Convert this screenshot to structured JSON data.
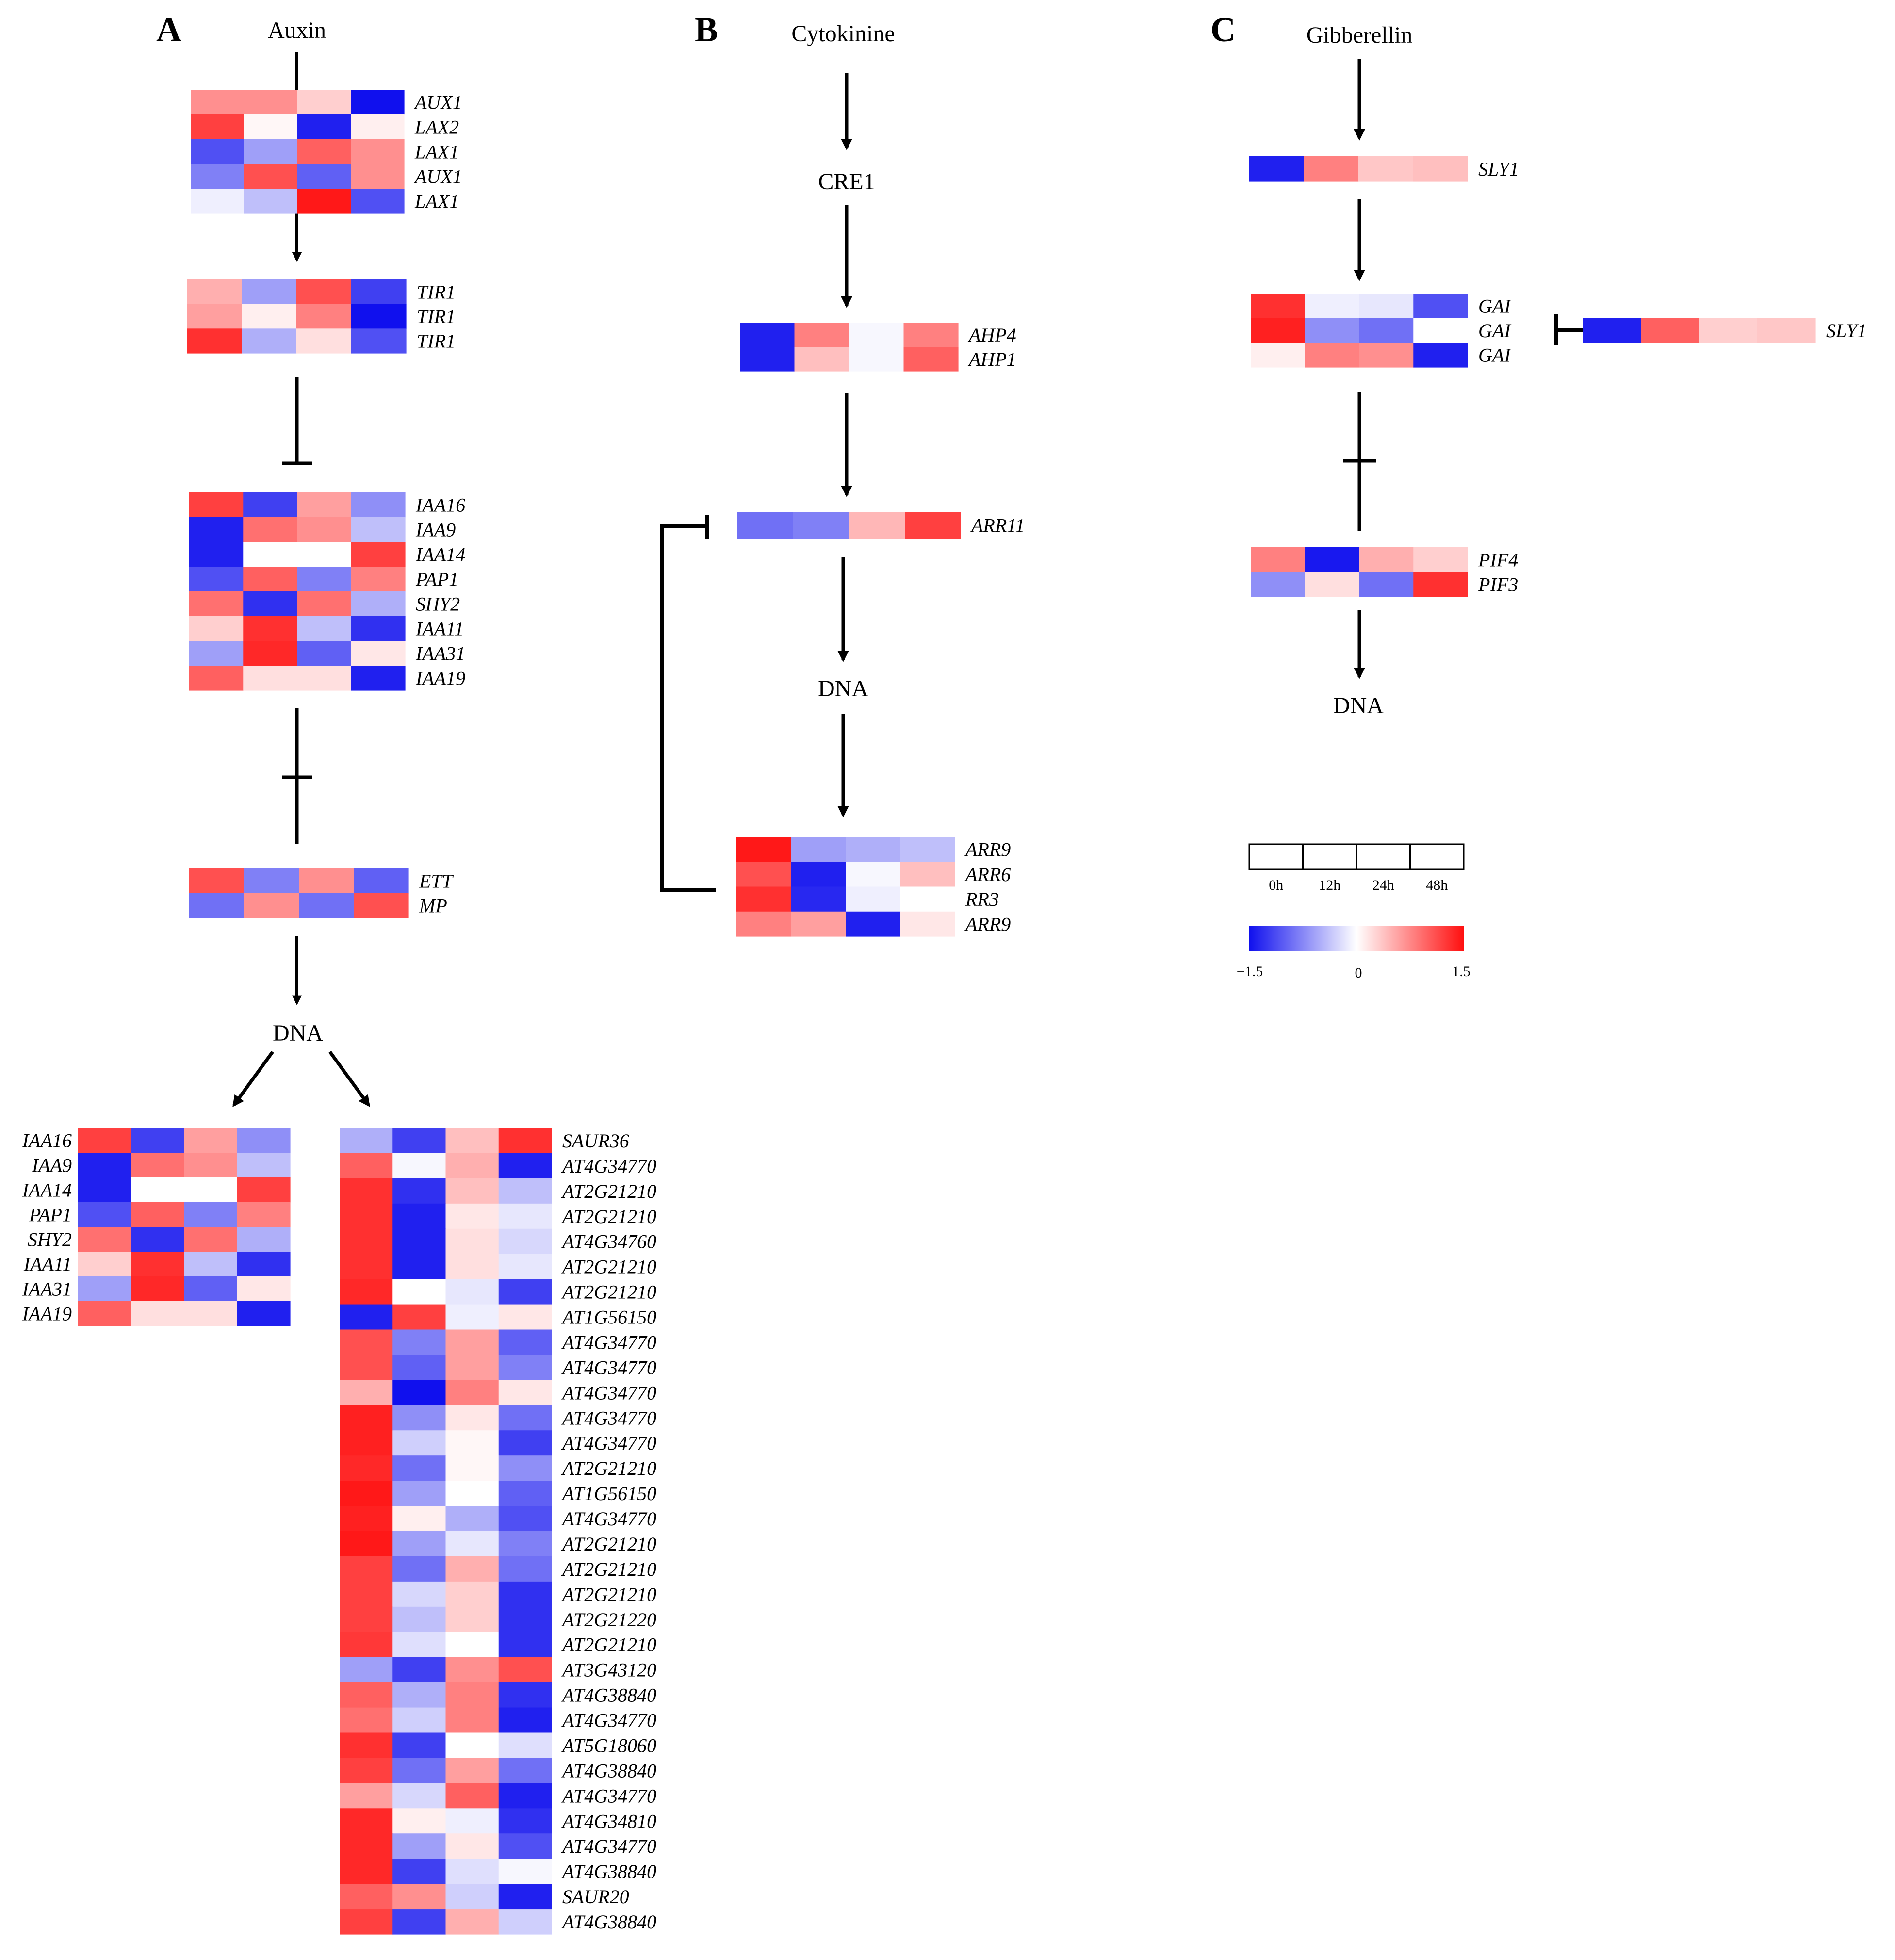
{
  "colors": {
    "low": "#1010ee",
    "mid": "#ffffff",
    "high": "#ff1010",
    "line": "#000000"
  },
  "panels": {
    "A": {
      "letter": "A",
      "title": "Auxin"
    },
    "B": {
      "letter": "B",
      "title": "Cytokinine"
    },
    "C": {
      "letter": "C",
      "title": "Gibberellin"
    }
  },
  "nodes": {
    "cre1": "CRE1",
    "dna": "DNA"
  },
  "heatmaps": {
    "a_aux": {
      "genes": [
        "AUX1",
        "LAX2",
        "LAX1",
        "AUX1",
        "LAX1"
      ],
      "values": [
        [
          0.7,
          0.7,
          0.3,
          -1.5
        ],
        [
          1.2,
          0.05,
          -1.4,
          0.1
        ],
        [
          -1.1,
          -0.6,
          1.0,
          0.7
        ],
        [
          -0.8,
          1.1,
          -1.0,
          0.7
        ],
        [
          -0.1,
          -0.4,
          1.45,
          -1.1
        ]
      ]
    },
    "a_tir": {
      "genes": [
        "TIR1",
        "TIR1",
        "TIR1"
      ],
      "values": [
        [
          0.5,
          -0.6,
          1.1,
          -1.2
        ],
        [
          0.6,
          0.1,
          0.8,
          -1.5
        ],
        [
          1.3,
          -0.5,
          0.2,
          -1.1
        ]
      ]
    },
    "a_iaa": {
      "genes": [
        "IAA16",
        "IAA9",
        "IAA14",
        "PAP1",
        "SHY2",
        "IAA11",
        "IAA31",
        "IAA19"
      ],
      "values": [
        [
          1.2,
          -1.2,
          0.6,
          -0.7
        ],
        [
          -1.4,
          0.9,
          0.7,
          -0.4
        ],
        [
          -1.4,
          0.0,
          0.0,
          1.2
        ],
        [
          -1.1,
          1.0,
          -0.8,
          0.8
        ],
        [
          0.9,
          -1.3,
          0.9,
          -0.5
        ],
        [
          0.3,
          1.3,
          -0.4,
          -1.3
        ],
        [
          -0.6,
          1.35,
          -1.0,
          0.15
        ],
        [
          1.0,
          0.2,
          0.2,
          -1.4
        ]
      ]
    },
    "a_arf": {
      "genes": [
        "ETT",
        "MP"
      ],
      "values": [
        [
          1.1,
          -0.8,
          0.7,
          -1.0
        ],
        [
          -0.9,
          0.7,
          -0.9,
          1.1
        ]
      ]
    },
    "a_iaa_bottom": {
      "genes": [
        "IAA16",
        "IAA9",
        "IAA14",
        "PAP1",
        "SHY2",
        "IAA11",
        "IAA31",
        "IAA19"
      ],
      "values": [
        [
          1.2,
          -1.2,
          0.6,
          -0.7
        ],
        [
          -1.4,
          0.9,
          0.7,
          -0.4
        ],
        [
          -1.4,
          0.0,
          0.0,
          1.2
        ],
        [
          -1.1,
          1.0,
          -0.8,
          0.8
        ],
        [
          0.9,
          -1.3,
          0.9,
          -0.5
        ],
        [
          0.3,
          1.3,
          -0.4,
          -1.3
        ],
        [
          -0.6,
          1.35,
          -1.0,
          0.15
        ],
        [
          1.0,
          0.2,
          0.2,
          -1.4
        ]
      ]
    },
    "a_saur": {
      "genes": [
        "SAUR36",
        "AT4G34770",
        "AT2G21210",
        "AT2G21210",
        "AT4G34760",
        "AT2G21210",
        "AT2G21210",
        "AT1G56150",
        "AT4G34770",
        "AT4G34770",
        "AT4G34770",
        "AT4G34770",
        "AT4G34770",
        "AT2G21210",
        "AT1G56150",
        "AT4G34770",
        "AT2G21210",
        "AT2G21210",
        "AT2G21210",
        "AT2G21220",
        "AT2G21210",
        "AT3G43120",
        "AT4G38840",
        "AT4G34770",
        "AT5G18060",
        "AT4G38840",
        "AT4G34770",
        "AT4G34810",
        "AT4G34770",
        "AT4G38840",
        "SAUR20",
        "AT4G38840"
      ],
      "values": [
        [
          -0.5,
          -1.2,
          0.4,
          1.3
        ],
        [
          1.0,
          -0.05,
          0.5,
          -1.4
        ],
        [
          1.3,
          -1.3,
          0.4,
          -0.4
        ],
        [
          1.3,
          -1.4,
          0.15,
          -0.15
        ],
        [
          1.3,
          -1.4,
          0.2,
          -0.25
        ],
        [
          1.3,
          -1.4,
          0.2,
          -0.15
        ],
        [
          1.35,
          0.0,
          -0.15,
          -1.2
        ],
        [
          -1.4,
          1.2,
          -0.1,
          0.15
        ],
        [
          1.1,
          -0.8,
          0.6,
          -1.0
        ],
        [
          1.1,
          -1.0,
          0.6,
          -0.8
        ],
        [
          0.5,
          -1.5,
          0.8,
          0.15
        ],
        [
          1.4,
          -0.7,
          0.15,
          -0.9
        ],
        [
          1.4,
          -0.3,
          0.05,
          -1.2
        ],
        [
          1.35,
          -0.9,
          0.05,
          -0.7
        ],
        [
          1.45,
          -0.6,
          0.0,
          -1.0
        ],
        [
          1.4,
          0.1,
          -0.5,
          -1.1
        ],
        [
          1.45,
          -0.6,
          -0.15,
          -0.8
        ],
        [
          1.2,
          -0.9,
          0.5,
          -0.9
        ],
        [
          1.2,
          -0.25,
          0.3,
          -1.3
        ],
        [
          1.2,
          -0.4,
          0.3,
          -1.3
        ],
        [
          1.25,
          -0.2,
          0.0,
          -1.3
        ],
        [
          -0.6,
          -1.2,
          0.7,
          1.1
        ],
        [
          1.0,
          -0.5,
          0.8,
          -1.3
        ],
        [
          0.9,
          -0.3,
          0.8,
          -1.4
        ],
        [
          1.3,
          -1.2,
          0.0,
          -0.2
        ],
        [
          1.2,
          -0.9,
          0.6,
          -0.9
        ],
        [
          0.6,
          -0.25,
          1.0,
          -1.4
        ],
        [
          1.35,
          0.1,
          -0.1,
          -1.3
        ],
        [
          1.35,
          -0.6,
          0.15,
          -1.1
        ],
        [
          1.35,
          -1.2,
          -0.2,
          -0.05
        ],
        [
          1.0,
          0.7,
          -0.3,
          -1.4
        ],
        [
          1.2,
          -1.2,
          0.5,
          -0.3
        ]
      ]
    },
    "b_ahp": {
      "genes": [
        "AHP4",
        "AHP1"
      ],
      "values": [
        [
          -1.4,
          0.8,
          -0.05,
          0.8
        ],
        [
          -1.4,
          0.4,
          -0.05,
          1.0
        ]
      ]
    },
    "b_arr11": {
      "genes": [
        "ARR11"
      ],
      "values": [
        [
          -0.9,
          -0.8,
          0.45,
          1.2
        ]
      ]
    },
    "b_arr9": {
      "genes": [
        "ARR9",
        "ARR6",
        "RR3",
        "ARR9"
      ],
      "values": [
        [
          1.45,
          -0.6,
          -0.5,
          -0.4
        ],
        [
          1.1,
          -1.4,
          -0.05,
          0.4
        ],
        [
          1.3,
          -1.35,
          -0.1,
          0.0
        ],
        [
          0.8,
          0.6,
          -1.4,
          0.15
        ]
      ]
    },
    "c_sly1": {
      "genes": [
        "SLY1"
      ],
      "values": [
        [
          -1.4,
          0.8,
          0.35,
          0.4
        ]
      ]
    },
    "c_gai": {
      "genes": [
        "GAI",
        "GAI",
        "GAI"
      ],
      "values": [
        [
          1.3,
          -0.1,
          -0.15,
          -1.1
        ],
        [
          1.4,
          -0.7,
          -0.9,
          0.0
        ],
        [
          0.1,
          0.8,
          0.7,
          -1.4
        ]
      ]
    },
    "c_sly1_side": {
      "genes": [
        "SLY1"
      ],
      "values": [
        [
          -1.4,
          1.0,
          0.3,
          0.35
        ]
      ]
    },
    "c_pif": {
      "genes": [
        "PIF4",
        "PIF3"
      ],
      "values": [
        [
          0.8,
          -1.45,
          0.5,
          0.3
        ],
        [
          -0.7,
          0.2,
          -0.9,
          1.3
        ]
      ]
    }
  },
  "legend": {
    "timepoints": [
      "0h",
      "12h",
      "24h",
      "48h"
    ],
    "scale_labels": [
      "−1.5",
      "0",
      "1.5"
    ],
    "min": -1.5,
    "max": 1.5
  }
}
